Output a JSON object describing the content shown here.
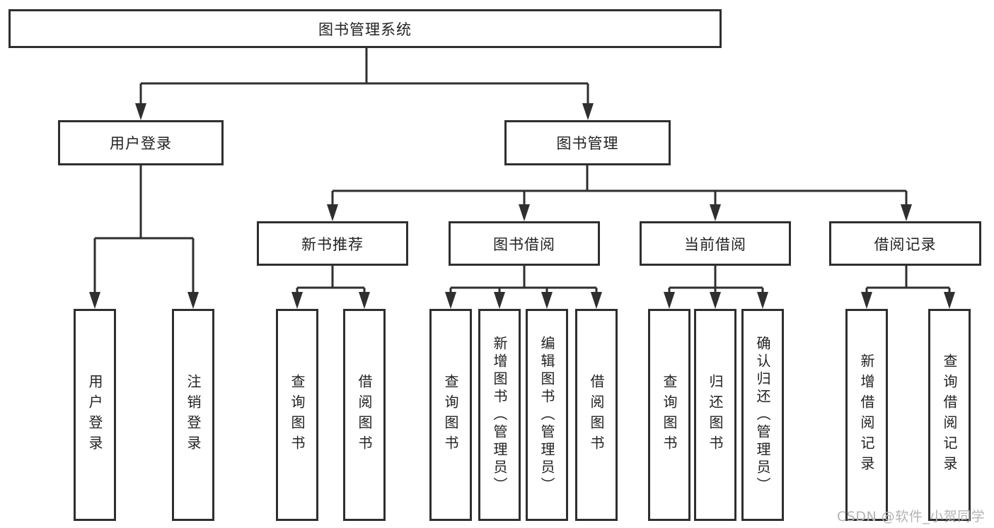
{
  "diagram": {
    "root": {
      "label": "图书管理系统"
    },
    "level2": [
      {
        "label": "用户登录",
        "leaves": [
          "用户登录",
          "注销登录"
        ]
      },
      {
        "label": "图书管理",
        "groups": [
          {
            "label": "新书推荐",
            "leaves": [
              "查询图书",
              "借阅图书"
            ]
          },
          {
            "label": "图书借阅",
            "leaves": [
              "查询图书",
              "新增图书（管理员）",
              "编辑图书（管理员）",
              "借阅图书"
            ]
          },
          {
            "label": "当前借阅",
            "leaves": [
              "查询图书",
              "归还图书",
              "确认归还（管理员）"
            ]
          },
          {
            "label": "借阅记录",
            "leaves": [
              "新增借阅记录",
              "查询借阅记录"
            ]
          }
        ]
      }
    ]
  },
  "watermark": {
    "text": "CSDN @软件_小贺同学",
    "color": "#b3b3b3"
  },
  "colors": {
    "background": "#ffffff",
    "line": "#2f2f2f",
    "box_border": "#2f2f2f",
    "text": "#222222"
  }
}
